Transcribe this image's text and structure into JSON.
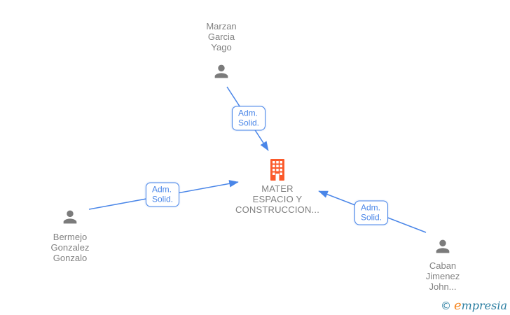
{
  "graph": {
    "company": {
      "name_lines": [
        "MATER",
        "ESPACIO Y",
        "CONSTRUCCION..."
      ]
    },
    "persons": [
      {
        "id": "marzan",
        "name_lines": [
          "Marzan",
          "Garcia",
          "Yago"
        ]
      },
      {
        "id": "bermejo",
        "name_lines": [
          "Bermejo",
          "Gonzalez",
          "Gonzalo"
        ]
      },
      {
        "id": "caban",
        "name_lines": [
          "Caban",
          "Jimenez",
          "John..."
        ]
      }
    ],
    "edges": [
      {
        "from": "marzan",
        "to": "company",
        "label_lines": [
          "Adm.",
          "Solid."
        ]
      },
      {
        "from": "bermejo",
        "to": "company",
        "label_lines": [
          "Adm.",
          "Solid."
        ]
      },
      {
        "from": "caban",
        "to": "company",
        "label_lines": [
          "Adm.",
          "Solid."
        ]
      }
    ]
  },
  "colors": {
    "edge_blue": "#4a86e8",
    "company_orange": "#fb5a2b",
    "person_gray": "#7b7b7b",
    "text_gray": "#828282",
    "logo_teal": "#2b7ea1",
    "logo_orange": "#f6861f"
  },
  "footer": {
    "copyright": "©",
    "brand_initial": "e",
    "brand_rest": "mpresia"
  }
}
